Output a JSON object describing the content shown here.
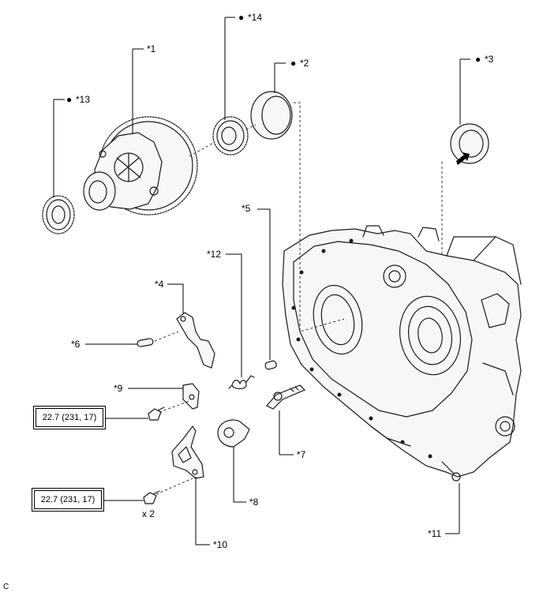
{
  "callouts": {
    "c1": "*1",
    "c2": "*2",
    "c3": "*3",
    "c4": "*4",
    "c5": "*5",
    "c6": "*6",
    "c7": "*7",
    "c8": "*8",
    "c9": "*9",
    "c10": "*10",
    "c11": "*11",
    "c12": "*12",
    "c13": "*13",
    "c14": "*14"
  },
  "marker": "●",
  "torque_specs": {
    "upper": "22.7 (231, 17)",
    "lower": "22.7 (231, 17)"
  },
  "quantity": "x 2",
  "corner_code": "C"
}
